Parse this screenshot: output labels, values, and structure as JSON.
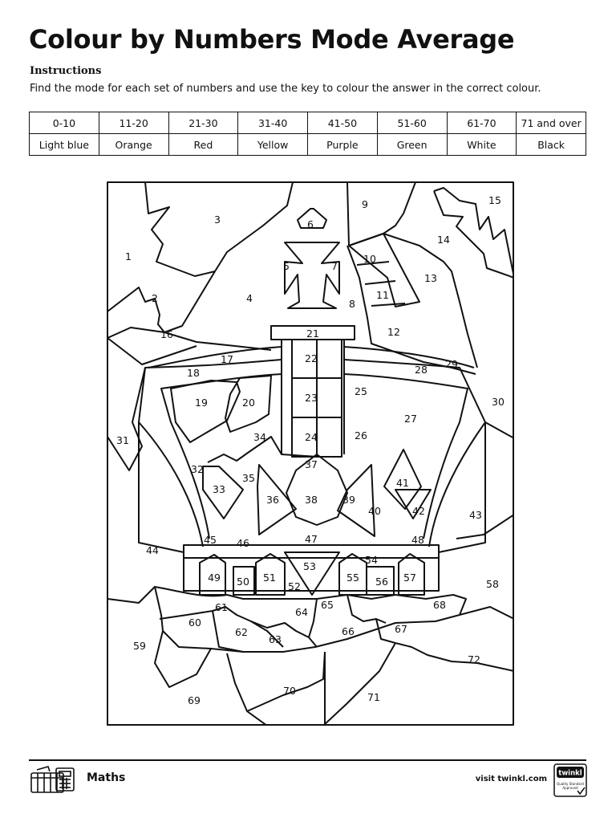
{
  "title": "Colour by Numbers Mode Average",
  "instructions": {
    "heading": "Instructions",
    "text": "Find the mode for each set of numbers and use the key to colour the answer in the correct colour."
  },
  "key": [
    {
      "range": "0-10",
      "colour": "Light blue"
    },
    {
      "range": "11-20",
      "colour": "Orange"
    },
    {
      "range": "21-30",
      "colour": "Red"
    },
    {
      "range": "31-40",
      "colour": "Yellow"
    },
    {
      "range": "41-50",
      "colour": "Purple"
    },
    {
      "range": "51-60",
      "colour": "Green"
    },
    {
      "range": "61-70",
      "colour": "White"
    },
    {
      "range": "71 and over",
      "colour": "Black"
    }
  ],
  "regions": [
    "1",
    "2",
    "3",
    "4",
    "5",
    "6",
    "7",
    "8",
    "9",
    "10",
    "11",
    "12",
    "13",
    "14",
    "15",
    "16",
    "17",
    "18",
    "19",
    "20",
    "21",
    "22",
    "23",
    "24",
    "25",
    "26",
    "27",
    "28",
    "29",
    "30",
    "31",
    "32",
    "33",
    "34",
    "35",
    "36",
    "37",
    "38",
    "39",
    "40",
    "41",
    "42",
    "43",
    "44",
    "45",
    "46",
    "47",
    "48",
    "49",
    "50",
    "51",
    "52",
    "53",
    "54",
    "55",
    "56",
    "57",
    "58",
    "59",
    "60",
    "61",
    "62",
    "63",
    "64",
    "65",
    "66",
    "67",
    "68",
    "69",
    "70",
    "71",
    "72"
  ],
  "footer": {
    "subject": "Maths",
    "site": "visit twinkl.com",
    "logo_text": "twinkl",
    "logo_sub": "Quality Standard Approved"
  }
}
